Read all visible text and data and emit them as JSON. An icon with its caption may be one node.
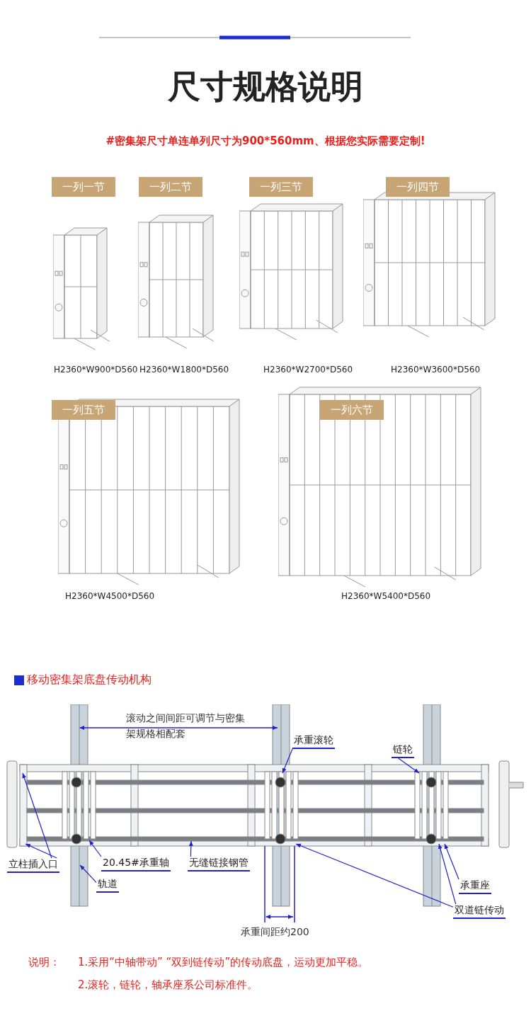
{
  "diagram": {
    "title": "尺寸规格说明",
    "nodes": [
      {
        "text": [
          "一列一节"
        ]
      },
      {
        "text": [
          "一列二节"
        ]
      },
      {
        "text": [
          "一列三节"
        ]
      },
      {
        "text": [
          "一列四节"
        ]
      },
      {
        "text": [
          "一列五节"
        ]
      },
      {
        "text": [
          "一列六节"
        ]
      },
      {
        "text": [
          "立柱插入口"
        ]
      },
      {
        "text": [
          "轨道"
        ]
      },
      {
        "text": [
          "20.45#承重轴"
        ]
      },
      {
        "text": [
          "无缝链接钢管"
        ]
      },
      {
        "text": [
          "承重滚轮"
        ]
      },
      {
        "text": [
          "链轮"
        ]
      },
      {
        "text": [
          "承重座"
        ]
      },
      {
        "text": [
          "双道链传动"
        ]
      }
    ],
    "edges": [
      {
        "from": 6,
        "to": null,
        "arrow": "to"
      },
      {
        "from": 6,
        "to": null,
        "arrow": "to"
      },
      {
        "from": 7,
        "to": null,
        "arrow": "to"
      },
      {
        "from": 8,
        "to": null,
        "arrow": "to"
      },
      {
        "from": 9,
        "to": null,
        "arrow": "to"
      },
      {
        "from": 10,
        "to": null,
        "arrow": "to"
      },
      {
        "from": 11,
        "to": null,
        "arrow": "to"
      },
      {
        "from": 12,
        "to": null,
        "arrow": "to"
      },
      {
        "from": 13,
        "to": null,
        "arrow": "to"
      },
      {
        "from": 13,
        "to": null,
        "arrow": "to"
      }
    ],
    "labels": [
      "#密集架尺寸单连单列尺寸为900*560mm、根据您实际需要定制!",
      "H2360*W900*D560",
      "H2360*W1800*D560",
      "H2360*W2700*D560",
      "H2360*W3600*D560",
      "H2360*W4500*D560",
      "H2360*W5400*D560",
      "移动密集架底盘传动机构",
      "滚动之间间距可调节与密集架规格相配套",
      "承重间距约200",
      "说明：",
      "1.采用“中轴带动” “双到链传动”的传动底盘，运动更加平稳。",
      "2.滚轮，链轮，轴承座系公司标准件。"
    ]
  }
}
